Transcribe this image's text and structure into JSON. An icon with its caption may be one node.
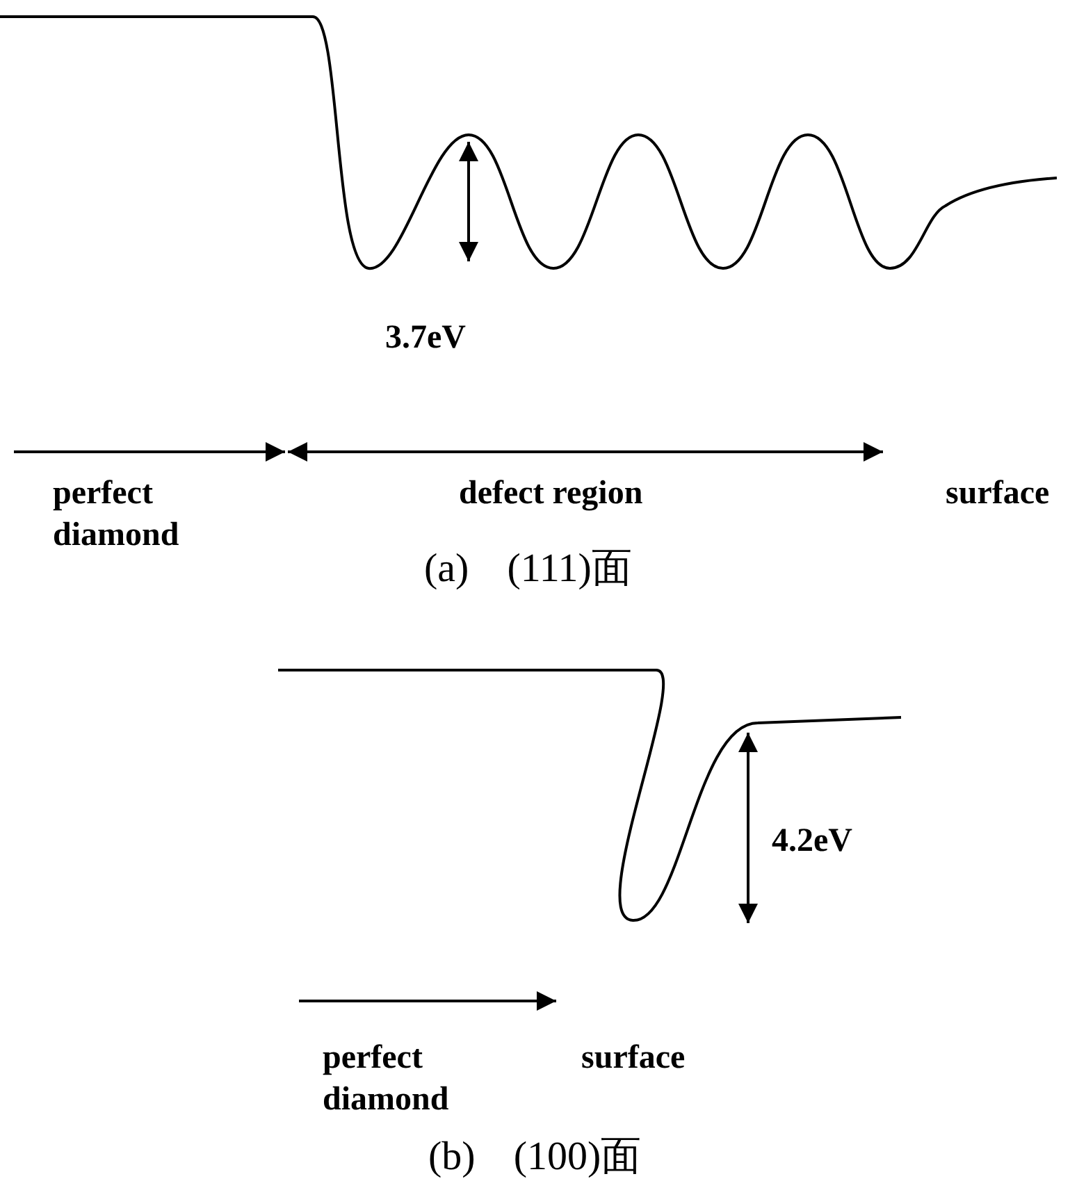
{
  "diagram": {
    "labels": [
      "3.7eV",
      "perfect diamond",
      "defect region",
      "surface",
      "(a) (111)面",
      "4.2eV",
      "perfect diamond",
      "surface",
      "(b) (100)面"
    ]
  }
}
